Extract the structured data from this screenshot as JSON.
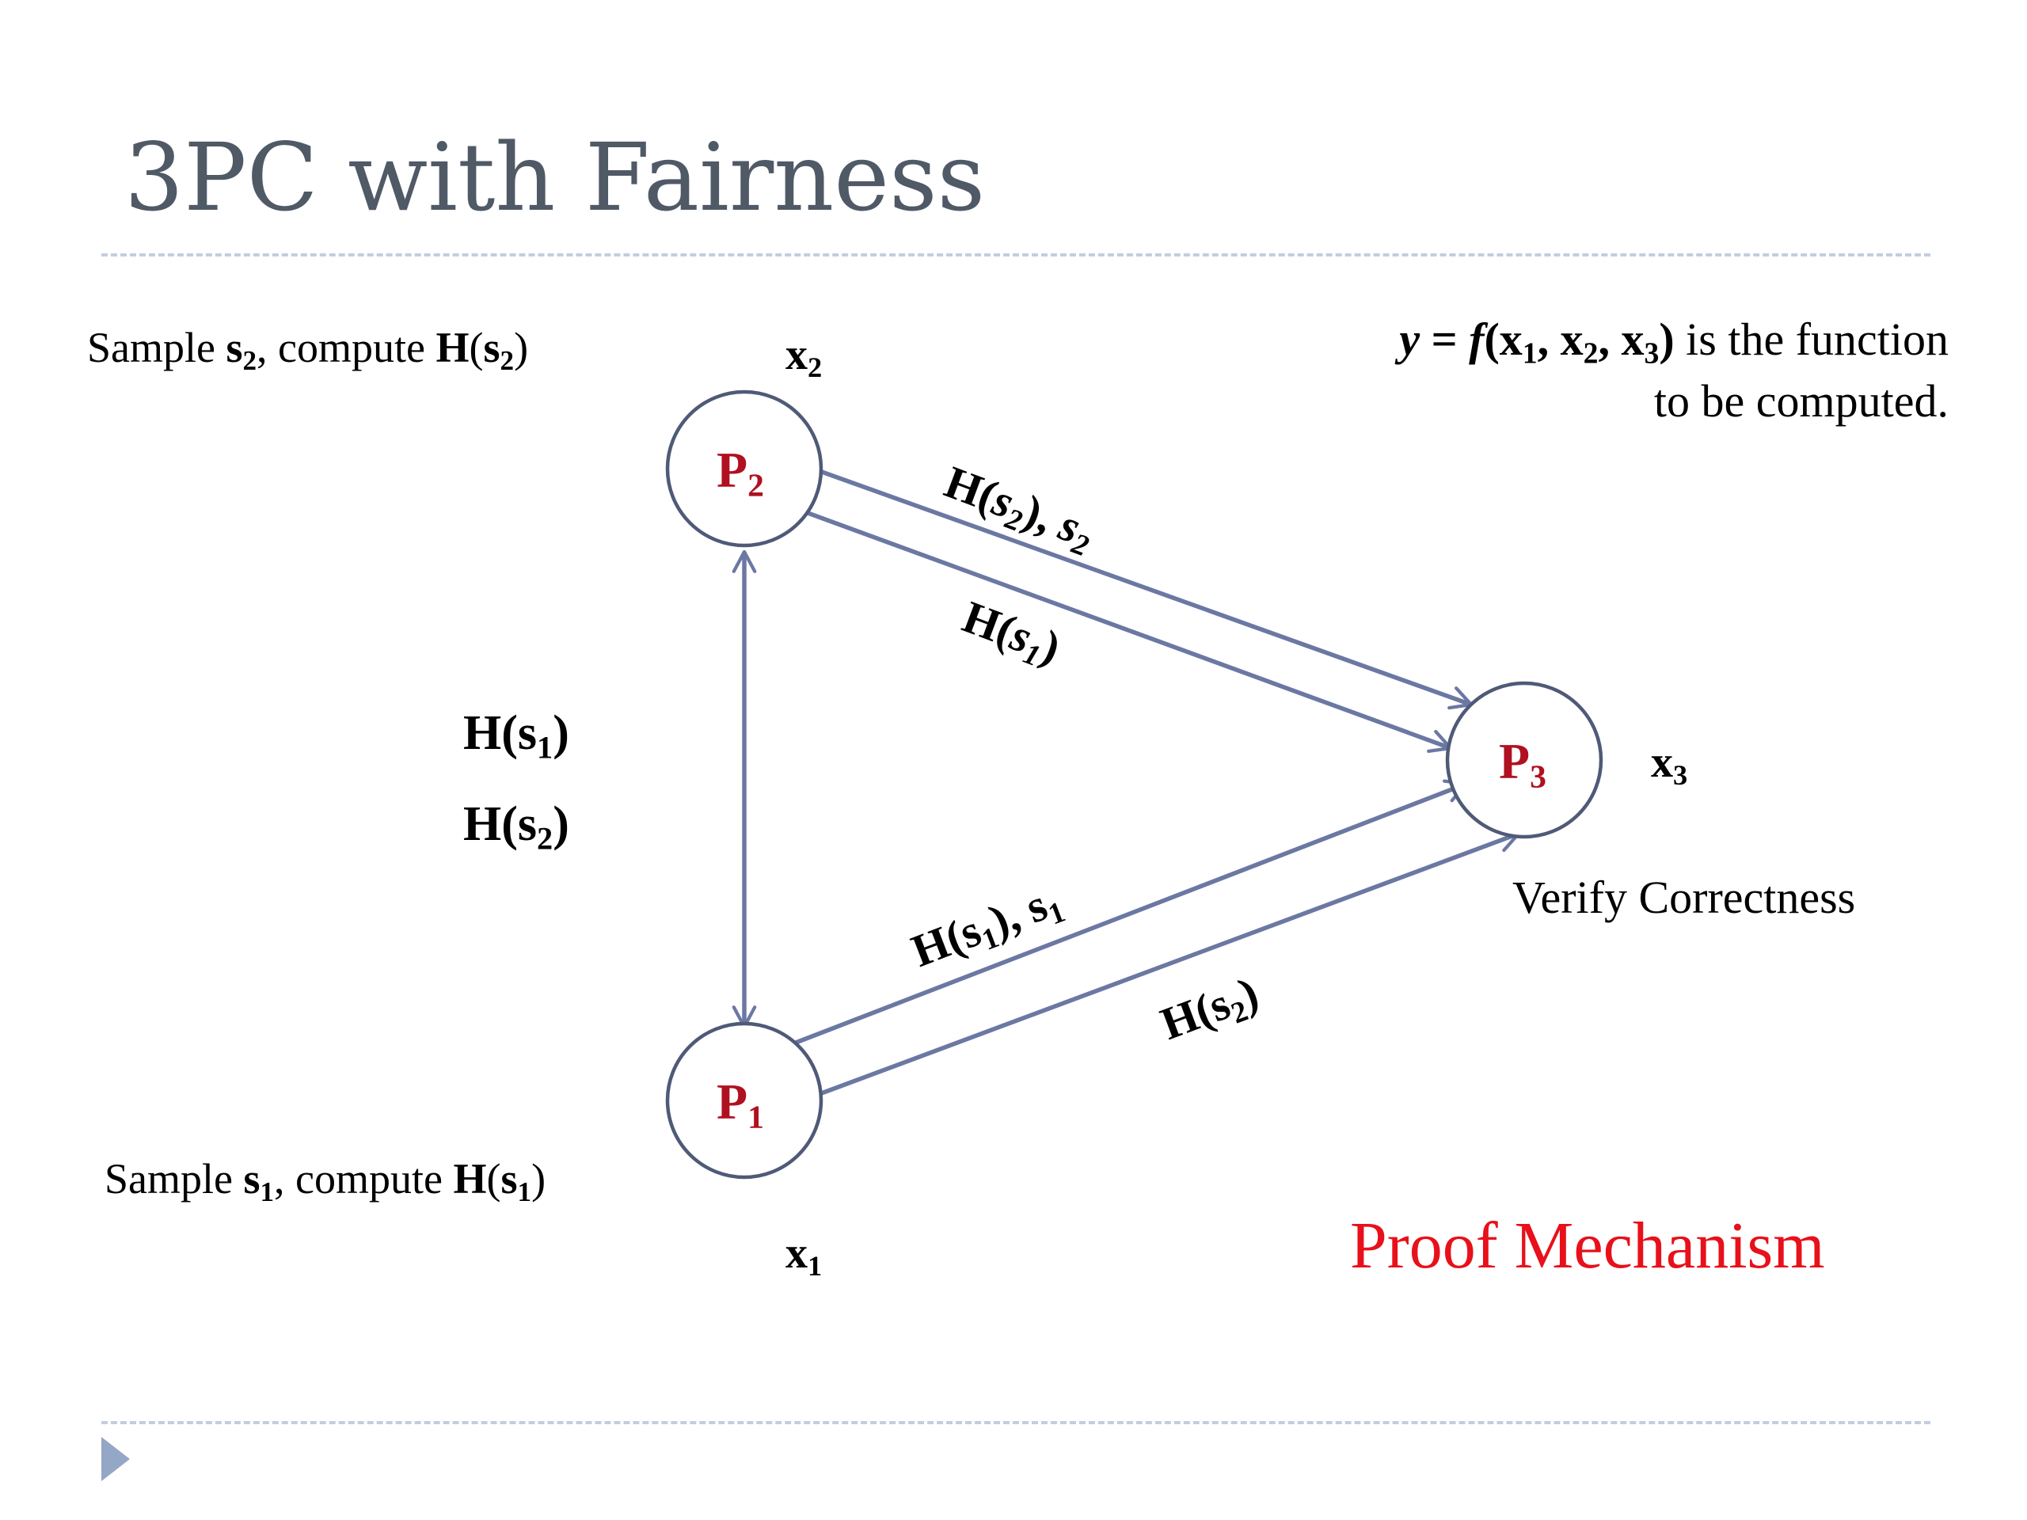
{
  "title": "3PC with Fairness",
  "function_note": {
    "y": "y",
    "eq": " = ",
    "f": "f",
    "open": "(",
    "x": "x",
    "i1": "1",
    "i2": "2",
    "i3": "3",
    "comma": ", ",
    "close": ")",
    "line1_tail": " is the function",
    "line2": "to be computed."
  },
  "parties": {
    "P1": {
      "letter": "P",
      "index": "1",
      "input_letter": "x",
      "input_index": "1"
    },
    "P2": {
      "letter": "P",
      "index": "2",
      "input_letter": "x",
      "input_index": "2"
    },
    "P3": {
      "letter": "P",
      "index": "3",
      "input_letter": "x",
      "input_index": "3"
    }
  },
  "notes": {
    "p2_sample": {
      "pre": "Sample ",
      "s": "s",
      "i": "2",
      "mid": ", compute ",
      "H": "H",
      "open": "(",
      "close": ")"
    },
    "p1_sample": {
      "pre": "Sample ",
      "s": "s",
      "i": "1",
      "mid": ", compute ",
      "H": "H",
      "open": "(",
      "close": ")"
    },
    "p3_verify": "Verify Correctness"
  },
  "edge_labels": {
    "p2_p3_top": {
      "H": "H",
      "open": "(",
      "s": "s",
      "i": "2",
      "close": ")",
      "sep": ", ",
      "s2": "s",
      "i2": "2"
    },
    "p2_p3_bottom": {
      "H": "H",
      "open": "(",
      "s": "s",
      "i": "1",
      "close": ")"
    },
    "p1_p3_top": {
      "H": "H",
      "open": "(",
      "s": "s",
      "i": "1",
      "close": ")",
      "sep": ", ",
      "s2": "s",
      "i2": "1"
    },
    "p1_p3_bottom": {
      "H": "H",
      "open": "(",
      "s": "s",
      "i": "2",
      "close": ")"
    },
    "p1_p2_a": {
      "H": "H",
      "open": "(",
      "s": "s",
      "i": "1",
      "close": ")"
    },
    "p1_p2_b": {
      "H": "H",
      "open": "(",
      "s": "s",
      "i": "2",
      "close": ")"
    }
  },
  "proof_mechanism": "Proof Mechanism",
  "colors": {
    "title": "#505a66",
    "party_label": "#b01020",
    "edge": "#6b78a3",
    "node_stroke": "#4f5a78",
    "rule": "#c3cde0",
    "footer_arrow": "#94a7c6",
    "proof_mechanism": "#e8101a"
  }
}
